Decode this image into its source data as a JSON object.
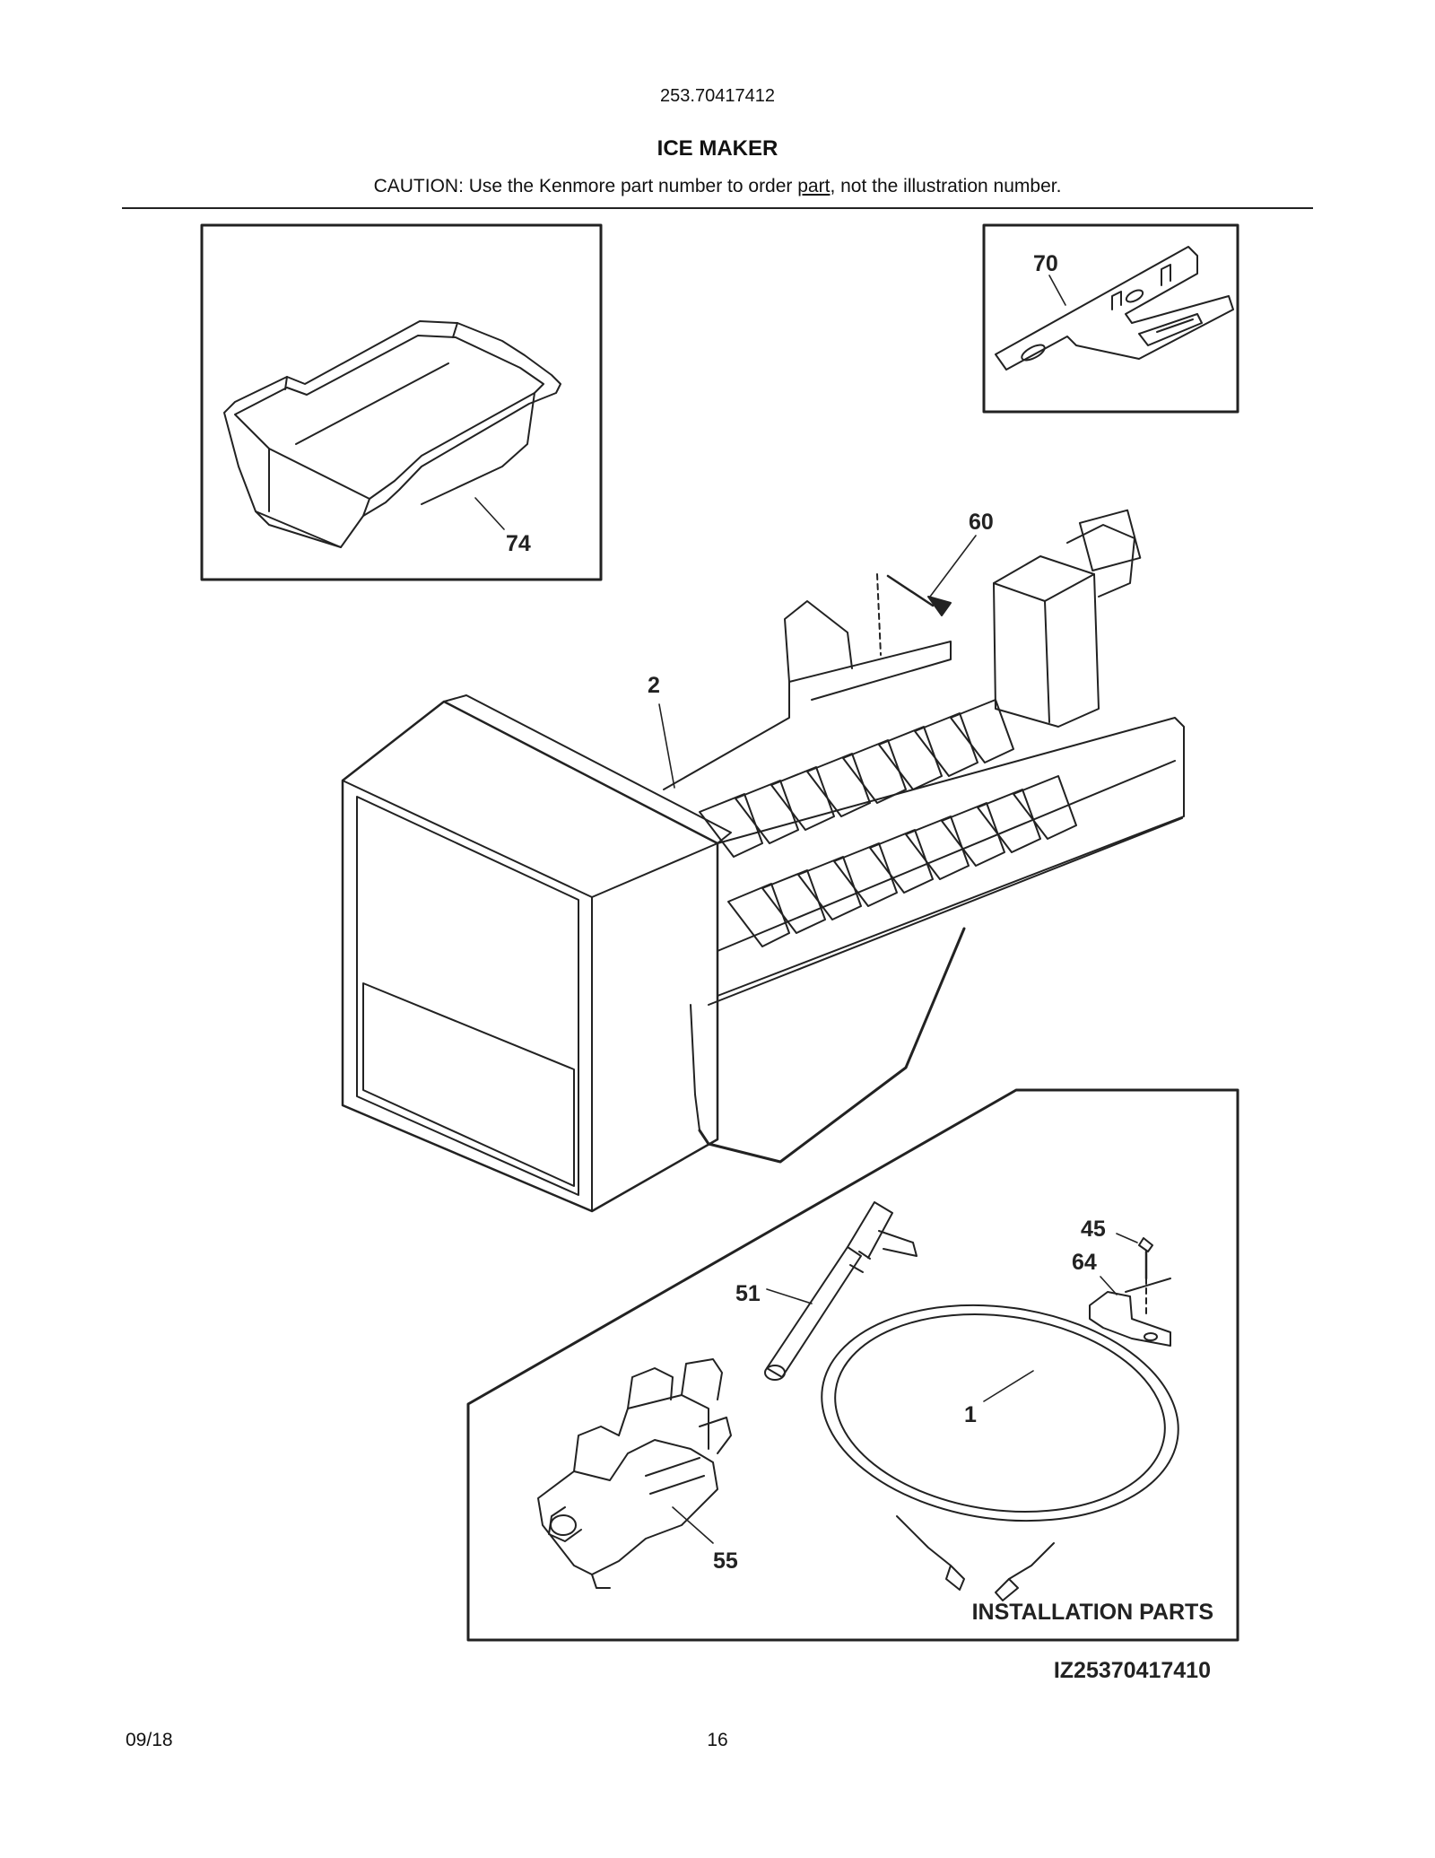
{
  "header": {
    "model_number": "253.70417412",
    "title": "ICE MAKER",
    "caution_before": "CAUTION: Use the Kenmore part number to order ",
    "caution_link": "part",
    "caution_after": ", not the illustration number."
  },
  "diagram": {
    "callouts": {
      "bin": "74",
      "bracket": "70",
      "screw": "60",
      "ice_maker": "2",
      "screw_small": "45",
      "clamp": "64",
      "fill_tube": "51",
      "water_line": "1",
      "water_valve": "55"
    },
    "installation_label": "INSTALLATION PARTS",
    "image_code": "IZ25370417410"
  },
  "footer": {
    "date": "09/18",
    "page_number": "16"
  }
}
